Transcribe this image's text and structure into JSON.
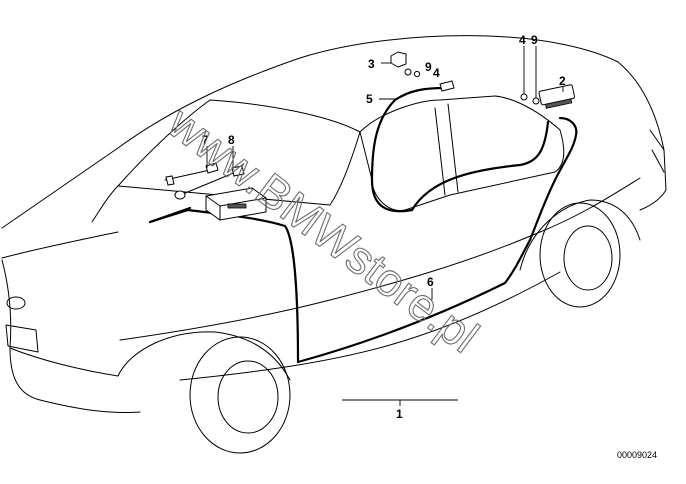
{
  "diagram": {
    "labels": {
      "p1": "1",
      "p2": "2",
      "p3": "3",
      "p4a": "4",
      "p4b": "4",
      "p5": "5",
      "p6": "6",
      "p7": "7",
      "p8": "8",
      "p9a": "9",
      "p9b": "9"
    },
    "reference_code": "00009024",
    "watermark": "www.BMWstore.pl"
  }
}
